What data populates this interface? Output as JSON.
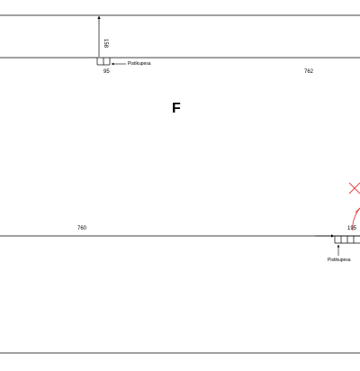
{
  "room": {
    "letter": "F"
  },
  "dimensions": {
    "upper_vertical": "158",
    "upper_offset": "95",
    "upper_span": "762",
    "lower_span": "760",
    "lower_offset": "195"
  },
  "labels": {
    "upper_socket": "Pistikupesa",
    "lower_socket": "Pistikupesa"
  },
  "colors": {
    "line": "#000000",
    "annotation": "#e53935",
    "background": "#ffffff"
  }
}
